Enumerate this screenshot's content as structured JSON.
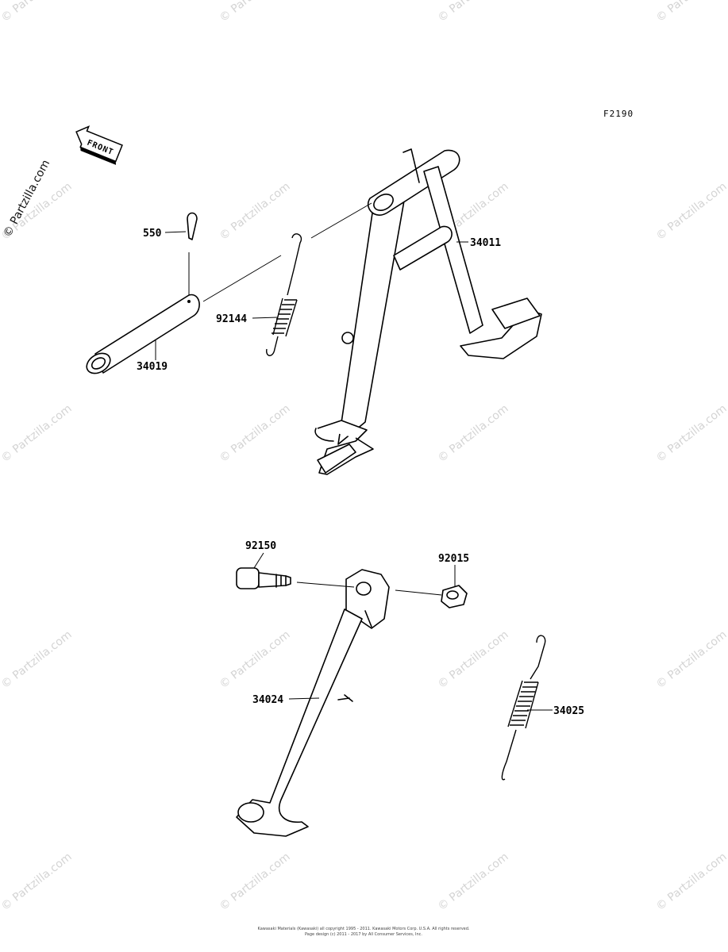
{
  "figure_code": "F2190",
  "front_marker": "FRONT",
  "watermark_text": "© Partzilla.com",
  "copyright_lines": [
    "Kawasaki Materials (Kawasaki) all copyright 1995 - 2011. Kawasaki Motors Corp. U.S.A. All rights reserved.",
    "Page design (c) 2011 - 2017 by All Consumer Services, Inc."
  ],
  "callouts": {
    "c550": "550",
    "c34011": "34011",
    "c92144": "92144",
    "c34019": "34019",
    "c92150": "92150",
    "c92015": "92015",
    "c34024": "34024",
    "c34025": "34025"
  },
  "colors": {
    "line": "#000000",
    "watermark": "#d4d4d4",
    "background": "#ffffff"
  }
}
